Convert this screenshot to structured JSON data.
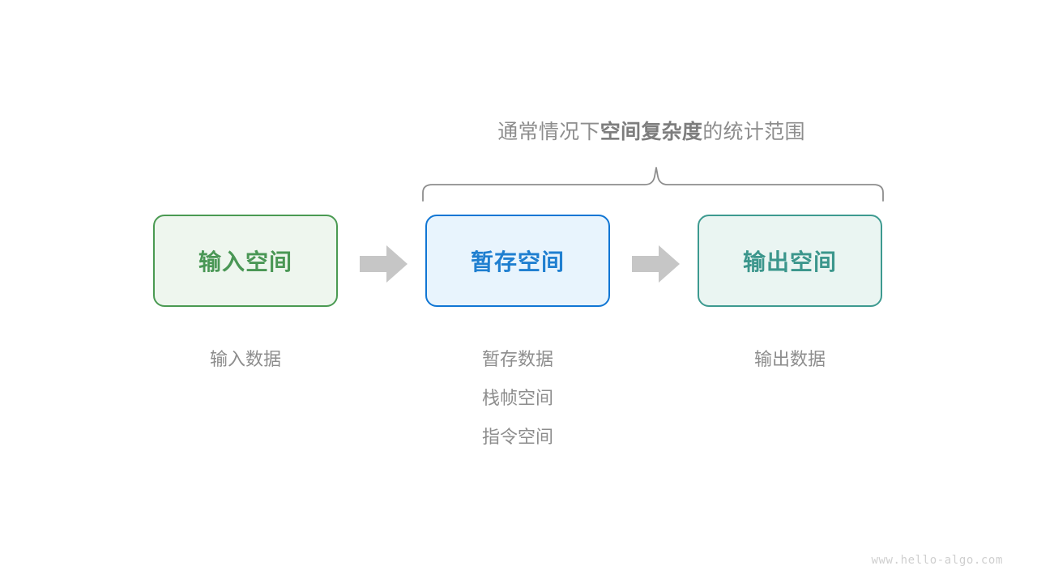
{
  "caption": {
    "prefix": "通常情况下",
    "emphasis": "空间复杂度",
    "suffix": "的统计范围"
  },
  "boxes": [
    {
      "id": "input-space",
      "title": "输入空间",
      "border_color": "#4a9a52",
      "fill_color": "#eef6ee",
      "text_color": "#4a9755"
    },
    {
      "id": "temp-space",
      "title": "暂存空间",
      "border_color": "#1076d4",
      "fill_color": "#e8f4fd",
      "text_color": "#1f7fd0"
    },
    {
      "id": "output-space",
      "title": "输出空间",
      "border_color": "#3d9a90",
      "fill_color": "#eaf5f2",
      "text_color": "#3b968c"
    }
  ],
  "arrows": [
    {
      "id": "arrow-input-to-temp",
      "color": "#c6c6c6"
    },
    {
      "id": "arrow-temp-to-output",
      "color": "#c6c6c6"
    }
  ],
  "labels": {
    "input": [
      "输入数据"
    ],
    "temp": [
      "暂存数据",
      "栈帧空间",
      "指令空间"
    ],
    "output": [
      "输出数据"
    ]
  },
  "brace": {
    "color": "#8d8d8d",
    "covers": [
      "暂存空间",
      "输出空间"
    ]
  },
  "watermark": "www.hello-algo.com",
  "colors": {
    "background": "#ffffff",
    "muted_text": "#8d8d8d",
    "watermark_text": "#cfcfcf"
  }
}
